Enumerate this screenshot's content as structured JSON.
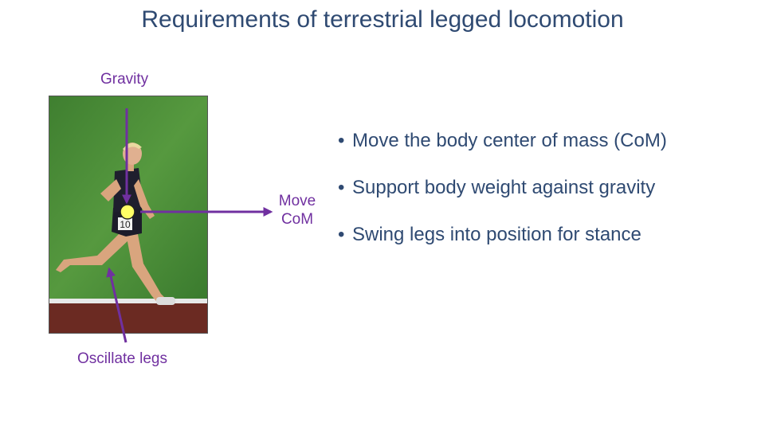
{
  "title": "Requirements of terrestrial legged locomotion",
  "labels": {
    "gravity": "Gravity",
    "move_line1": "Move",
    "move_line2": "CoM",
    "oscillate": "Oscillate legs"
  },
  "bullets": [
    "Move the body center of mass (CoM)",
    "Support body weight against gravity",
    "Swing legs into position for stance"
  ],
  "photo_bib": "10",
  "colors": {
    "title": "#2f4a72",
    "accent": "#7030a0",
    "com_marker": "#ffff66",
    "grass": "#4a8a3a",
    "track": "#6b2a22"
  }
}
